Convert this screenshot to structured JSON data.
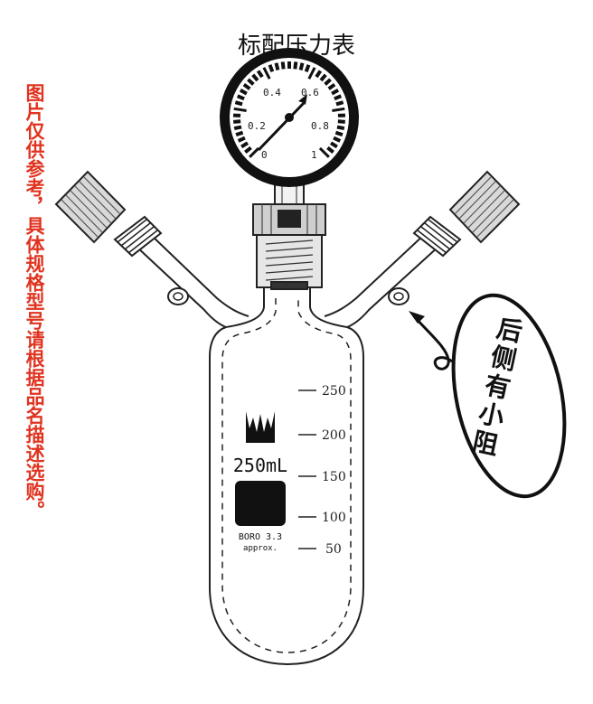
{
  "header": {
    "title": "标配压力表"
  },
  "side_note": {
    "text": "图片仅供参考，具体规格型号请根据品名描述选购。"
  },
  "gauge": {
    "labels": [
      "0",
      "0.2",
      "0.4",
      "0.6",
      "0.8",
      "1"
    ]
  },
  "flask": {
    "capacity_label": "250mL",
    "material_label": "BORO 3.3",
    "approx_label": "approx.",
    "scale_marks": [
      "250",
      "200",
      "150",
      "100",
      "50"
    ]
  },
  "callout": {
    "text": "后侧有小阻"
  }
}
